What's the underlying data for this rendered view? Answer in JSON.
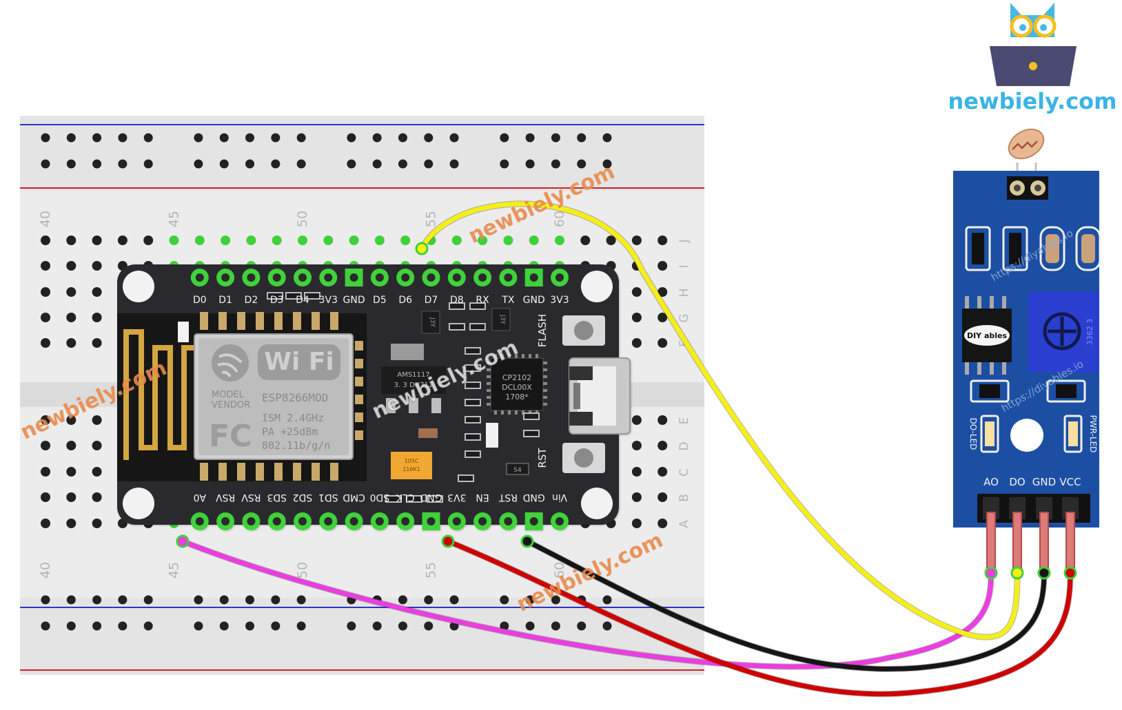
{
  "brand": {
    "name": "newbiely.com",
    "watermark": "newbiely.com",
    "diyables": "https://diyables.io",
    "diy_logo": "DIY ables",
    "colors": {
      "brand_blue": "#3ab4e6",
      "watermark_orange": "#e98a4c"
    }
  },
  "breadboard": {
    "col_numbers": [
      "40",
      "45",
      "50",
      "55",
      "60"
    ],
    "row_letters_top": [
      "J",
      "I",
      "H",
      "G",
      "F"
    ],
    "row_letters_bottom": [
      "E",
      "D",
      "C",
      "B",
      "A"
    ],
    "colors": {
      "body": "#e9e9e9",
      "rail_red": "#d4202a",
      "rail_blue": "#2b33c9",
      "hole": "#222222",
      "hole_active": "#3fd13a"
    }
  },
  "nodemcu": {
    "top_pins": [
      "D0",
      "D1",
      "D2",
      "D3",
      "D4",
      "3V3",
      "GND",
      "D5",
      "D6",
      "D7",
      "D8",
      "RX",
      "TX",
      "GND",
      "3V3"
    ],
    "bottom_pins": [
      "A0",
      "RSV",
      "RSV",
      "SD3",
      "SD2",
      "SD1",
      "CMD",
      "SD0",
      "CLK",
      "GND",
      "3V3",
      "EN",
      "RST",
      "GND",
      "Vin"
    ],
    "buttons": {
      "flash": "FLASH",
      "reset": "RST"
    },
    "chips": {
      "regulator": [
        "AMS1117",
        "3. 3   DN711"
      ],
      "usb_chip": [
        "CP2102",
        "DCL00X",
        "1708*"
      ],
      "capacitor": [
        "105C",
        "116K1"
      ],
      "small_parts": [
        "J3Y",
        "J3Y",
        "S4"
      ]
    },
    "module": {
      "wifi": "Wi Fi",
      "model_vendor": [
        "MODEL",
        "VENDOR"
      ],
      "name": "ESP8266MOD",
      "fc": "FC",
      "specs": [
        "ISM 2.4GHz",
        "PA  +25dBm",
        "802.11b/g/n"
      ]
    }
  },
  "sensor": {
    "header_pins": [
      "AO",
      "DO",
      "GND",
      "VCC"
    ],
    "led_labels": {
      "left": "DO-LED",
      "right": "PWR-LED"
    },
    "pot_label": "3362 3",
    "colors": {
      "board": "#1c4fa3"
    }
  },
  "wires": [
    {
      "name": "yellow-wire",
      "from": "D7",
      "to": "DO",
      "color": "#f5ef18"
    },
    {
      "name": "magenta-wire",
      "from": "A0",
      "to": "AO",
      "color": "#ea3ee0"
    },
    {
      "name": "red-wire",
      "from": "3V3",
      "to": "VCC",
      "color": "#cf0000"
    },
    {
      "name": "black-wire",
      "from": "GND",
      "to": "GND",
      "color": "#151515"
    }
  ]
}
